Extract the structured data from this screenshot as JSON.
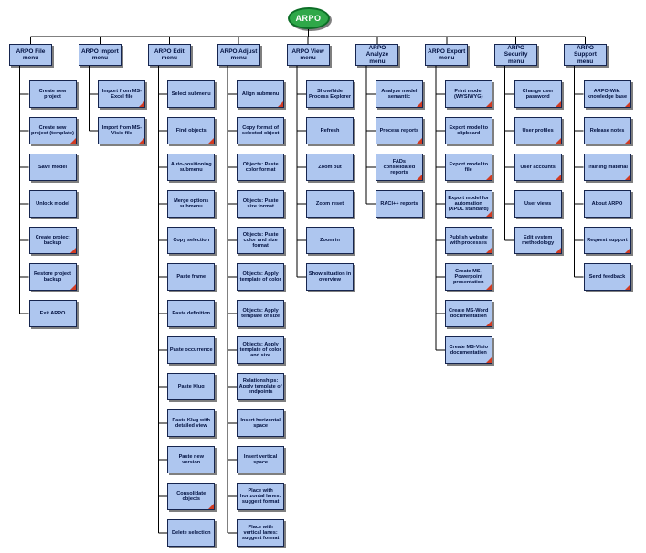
{
  "root": {
    "label": "ARPO"
  },
  "colors": {
    "background": "#ffffff",
    "node_fill": "#aec6ef",
    "node_border": "#16254f",
    "node_text": "#001040",
    "root_fill": "#2fa849",
    "root_border": "#0d6e27",
    "root_text": "#ffffff",
    "connector": "#000000",
    "marker": "#d23b22"
  },
  "menus": [
    {
      "label": "ARPO File menu",
      "items": [
        {
          "label": "Create new project",
          "marker": false
        },
        {
          "label": "Create new project (template)",
          "marker": true
        },
        {
          "label": "Save model",
          "marker": false
        },
        {
          "label": "Unlock model",
          "marker": false
        },
        {
          "label": "Create project backup",
          "marker": true
        },
        {
          "label": "Restore project backup",
          "marker": true
        },
        {
          "label": "Exit ARPO",
          "marker": false
        }
      ]
    },
    {
      "label": "ARPO Import menu",
      "items": [
        {
          "label": "Import from MS-Excel file",
          "marker": true
        },
        {
          "label": "Import from MS-Visio file",
          "marker": true
        }
      ]
    },
    {
      "label": "ARPO Edit menu",
      "items": [
        {
          "label": "Select submenu",
          "marker": false
        },
        {
          "label": "Find objects",
          "marker": true
        },
        {
          "label": "Auto-positioning submenu",
          "marker": false
        },
        {
          "label": "Merge options submenu",
          "marker": false
        },
        {
          "label": "Copy selection",
          "marker": false
        },
        {
          "label": "Paste frame",
          "marker": false
        },
        {
          "label": "Paste definition",
          "marker": false
        },
        {
          "label": "Paste occurrence",
          "marker": false
        },
        {
          "label": "Paste Klug",
          "marker": false
        },
        {
          "label": "Paste Klug with detailed view",
          "marker": false
        },
        {
          "label": "Paste new version",
          "marker": false
        },
        {
          "label": "Consolidate objects",
          "marker": true
        },
        {
          "label": "Delete selection",
          "marker": false
        }
      ]
    },
    {
      "label": "ARPO Adjust menu",
      "items": [
        {
          "label": "Align submenu",
          "marker": true
        },
        {
          "label": "Copy format of selected object",
          "marker": false
        },
        {
          "label": "Objects: Paste color format",
          "marker": false
        },
        {
          "label": "Objects: Paste size format",
          "marker": false
        },
        {
          "label": "Objects: Paste color and size format",
          "marker": false
        },
        {
          "label": "Objects: Apply template of color",
          "marker": false
        },
        {
          "label": "Objects: Apply template of size",
          "marker": false
        },
        {
          "label": "Objects: Apply template of color and size",
          "marker": false
        },
        {
          "label": "Relationships: Apply template of endpoints",
          "marker": false
        },
        {
          "label": "Insert horizontal space",
          "marker": false
        },
        {
          "label": "Insert vertical space",
          "marker": false
        },
        {
          "label": "Place with horizontal lanes: suggest format",
          "marker": false
        },
        {
          "label": "Place with vertical lanes: suggest format",
          "marker": false
        }
      ]
    },
    {
      "label": "ARPO View menu",
      "items": [
        {
          "label": "Show/hide Process Explorer",
          "marker": false
        },
        {
          "label": "Refresh",
          "marker": false
        },
        {
          "label": "Zoom out",
          "marker": false
        },
        {
          "label": "Zoom reset",
          "marker": false
        },
        {
          "label": "Zoom in",
          "marker": false
        },
        {
          "label": "Show situation in overview",
          "marker": false
        }
      ]
    },
    {
      "label": "ARPO Analyze menu",
      "items": [
        {
          "label": "Analyze model semantic",
          "marker": true
        },
        {
          "label": "Process reports",
          "marker": true
        },
        {
          "label": "FADs consolidated reports",
          "marker": true
        },
        {
          "label": "RACI++ reports",
          "marker": false
        }
      ]
    },
    {
      "label": "ARPO Export menu",
      "items": [
        {
          "label": "Print model (WYSIWYG)",
          "marker": true
        },
        {
          "label": "Export model to clipboard",
          "marker": false
        },
        {
          "label": "Export model to file",
          "marker": true
        },
        {
          "label": "Export model for automation (XPDL standard)",
          "marker": true
        },
        {
          "label": "Publish website with processes",
          "marker": true
        },
        {
          "label": "Create MS-Powerpoint presentation",
          "marker": true
        },
        {
          "label": "Create MS-Word documentation",
          "marker": true
        },
        {
          "label": "Create MS-Visio documentation",
          "marker": true
        }
      ]
    },
    {
      "label": "ARPO Security menu",
      "items": [
        {
          "label": "Change user password",
          "marker": true
        },
        {
          "label": "User profiles",
          "marker": true
        },
        {
          "label": "User accounts",
          "marker": true
        },
        {
          "label": "User views",
          "marker": false
        },
        {
          "label": "Edit system methodology",
          "marker": true
        }
      ]
    },
    {
      "label": "ARPO Support menu",
      "items": [
        {
          "label": "ARPO-Wiki knowledge base",
          "marker": true
        },
        {
          "label": "Release notes",
          "marker": true
        },
        {
          "label": "Training material",
          "marker": true
        },
        {
          "label": "About ARPO",
          "marker": false
        },
        {
          "label": "Request support",
          "marker": true
        },
        {
          "label": "Send feedback",
          "marker": true
        }
      ]
    }
  ]
}
